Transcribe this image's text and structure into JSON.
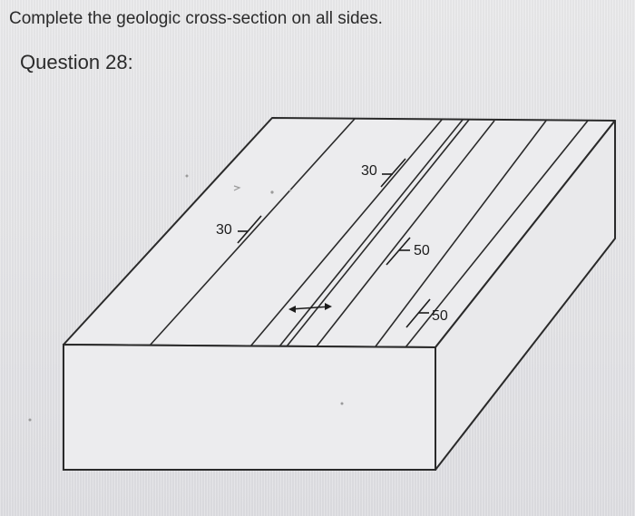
{
  "instruction": "Complete the geologic cross-section on all sides.",
  "question_label": "Question 28:",
  "colors": {
    "background": "#e6e6e8",
    "block_face": "#ebebed",
    "line": "#2a2a2a",
    "text": "#2b2b2b"
  },
  "strike_dip_labels": [
    {
      "id": "sd1",
      "dip": "30"
    },
    {
      "id": "sd2",
      "dip": "30"
    },
    {
      "id": "sd3",
      "dip": "50"
    },
    {
      "id": "sd4",
      "dip": "50"
    }
  ],
  "fold_axis_symbol": "anticline-axis-icon"
}
